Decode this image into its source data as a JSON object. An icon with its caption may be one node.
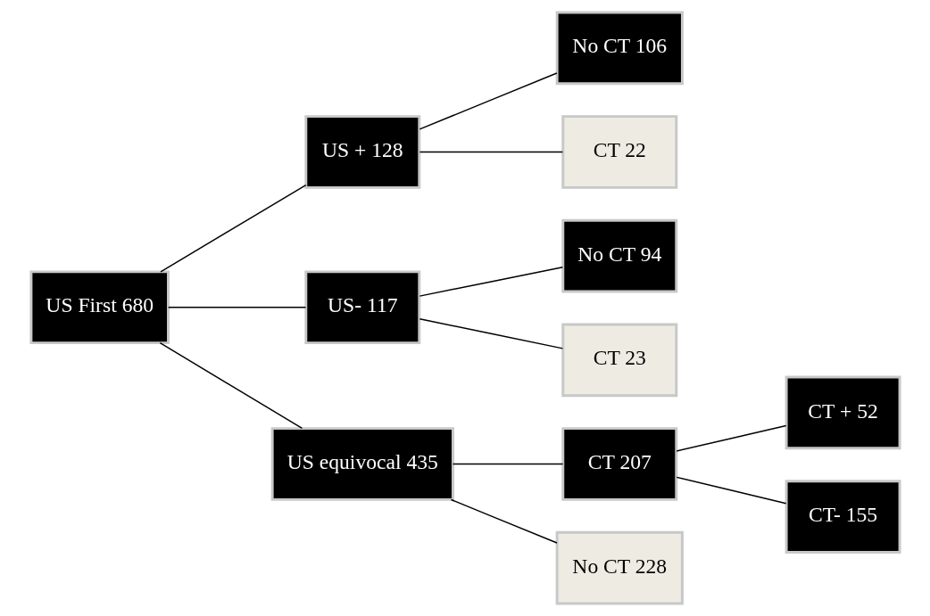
{
  "diagram": {
    "nodes": [
      {
        "text": [
          "US First 680"
        ]
      },
      {
        "text": [
          "US + 128"
        ]
      },
      {
        "text": [
          "No CT 106"
        ]
      },
      {
        "text": [
          "CT 22"
        ]
      },
      {
        "text": [
          "US- 117"
        ]
      },
      {
        "text": [
          "No CT 94"
        ]
      },
      {
        "text": [
          "CT 23"
        ]
      },
      {
        "text": [
          "US equivocal 435"
        ]
      },
      {
        "text": [
          "CT 207"
        ]
      },
      {
        "text": [
          "CT + 52"
        ]
      },
      {
        "text": [
          "CT- 155"
        ]
      },
      {
        "text": [
          "No CT 228"
        ]
      }
    ],
    "edges": [
      {
        "from": 0,
        "to": 1,
        "arrow": "none"
      },
      {
        "from": 1,
        "to": 2,
        "arrow": "none"
      },
      {
        "from": 1,
        "to": 3,
        "arrow": "none"
      },
      {
        "from": 0,
        "to": 4,
        "arrow": "none"
      },
      {
        "from": 4,
        "to": 5,
        "arrow": "none"
      },
      {
        "from": 4,
        "to": 6,
        "arrow": "none"
      },
      {
        "from": 0,
        "to": 7,
        "arrow": "none"
      },
      {
        "from": 7,
        "to": 8,
        "arrow": "none"
      },
      {
        "from": 8,
        "to": 9,
        "arrow": "none"
      },
      {
        "from": 8,
        "to": 10,
        "arrow": "none"
      },
      {
        "from": 7,
        "to": 11,
        "arrow": "none"
      }
    ]
  }
}
